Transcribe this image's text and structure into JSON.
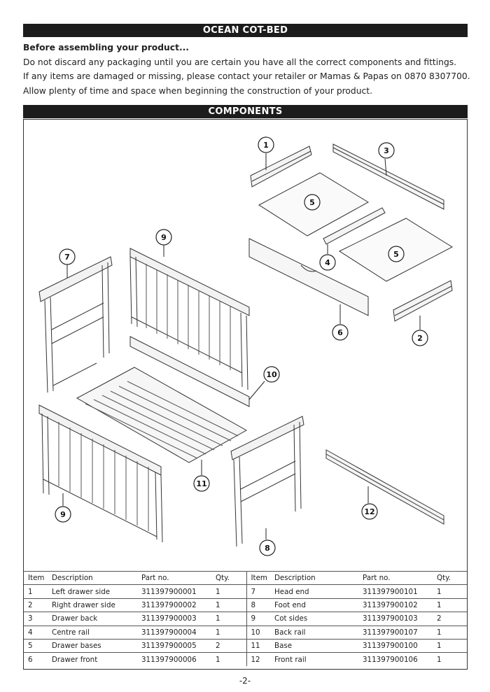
{
  "title": "OCEAN COT-BED",
  "intro": {
    "heading": "Before assembling your product...",
    "lines": [
      "Do not discard any packaging until you are certain you have all the correct components and fittings.",
      "If any items are damaged or missing, please contact your retailer or Mamas & Papas on 0870 8307700.",
      "Allow plenty of time and space when beginning the construction of your product."
    ]
  },
  "components_title": "COMPONENTS",
  "callouts": [
    "1",
    "2",
    "3",
    "4",
    "5",
    "5",
    "6",
    "7",
    "8",
    "9",
    "9",
    "10",
    "11",
    "12"
  ],
  "table": {
    "headers": [
      "Item",
      "Description",
      "Part no.",
      "Qty.",
      "Item",
      "Description",
      "Part no.",
      "Qty."
    ],
    "left_rows": [
      {
        "item": "1",
        "desc": "Left drawer side",
        "part": "311397900001",
        "qty": "1"
      },
      {
        "item": "2",
        "desc": "Right drawer side",
        "part": "311397900002",
        "qty": "1"
      },
      {
        "item": "3",
        "desc": "Drawer back",
        "part": "311397900003",
        "qty": "1"
      },
      {
        "item": "4",
        "desc": "Centre rail",
        "part": "311397900004",
        "qty": "1"
      },
      {
        "item": "5",
        "desc": "Drawer bases",
        "part": "311397900005",
        "qty": "2"
      },
      {
        "item": "6",
        "desc": "Drawer front",
        "part": "311397900006",
        "qty": "1"
      }
    ],
    "right_rows": [
      {
        "item": "7",
        "desc": "Head end",
        "part": "311397900101",
        "qty": "1"
      },
      {
        "item": "8",
        "desc": "Foot end",
        "part": "311397900102",
        "qty": "1"
      },
      {
        "item": "9",
        "desc": "Cot sides",
        "part": "311397900103",
        "qty": "2"
      },
      {
        "item": "10",
        "desc": "Back rail",
        "part": "311397900107",
        "qty": "1"
      },
      {
        "item": "11",
        "desc": "Base",
        "part": "311397900100",
        "qty": "1"
      },
      {
        "item": "12",
        "desc": "Front rail",
        "part": "311397900106",
        "qty": "1"
      }
    ]
  },
  "page_number": "-2-"
}
